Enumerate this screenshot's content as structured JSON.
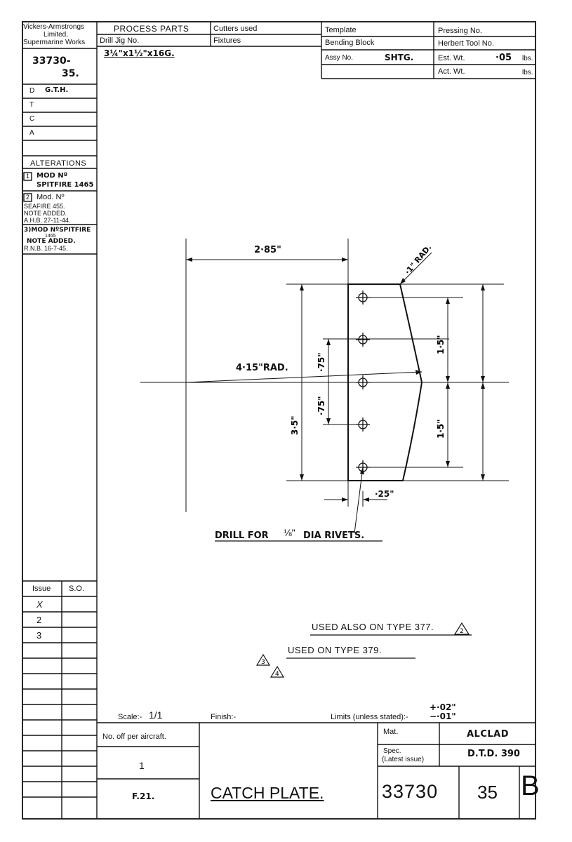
{
  "company": {
    "line1": "Vickers-Armstrongs",
    "line2": "Limited,",
    "line3": "Supermarine Works"
  },
  "drawing_number_box": {
    "line1": "33730-",
    "line2": "35."
  },
  "signoff": {
    "d_label": "D",
    "d_value": "G.T.H.",
    "t_label": "T",
    "c_label": "C",
    "a_label": "A"
  },
  "alterations": {
    "title": "ALTERATIONS",
    "item1_num": "1",
    "item1_line1": "MOD Nº",
    "item1_line2": "SPITFIRE 1465",
    "item2_num": "2",
    "item2_line1": "Mod. Nº",
    "item2_line2": "SEAFIRE 455.",
    "item2_line3": "NOTE ADDED.",
    "item2_line4": "A.H.B. 27-11-44.",
    "item3_line1": "3)MOD NºSPITFIRE",
    "item3_line2": "1465",
    "item3_line3": "NOTE ADDED.",
    "item3_line4": "R.N.B. 16-7-45."
  },
  "issue_table": {
    "issue_label": "Issue",
    "so_label": "S.O.",
    "issues": [
      "X",
      "2",
      "3"
    ]
  },
  "header": {
    "process_parts": "PROCESS PARTS",
    "drill_jig": "Drill Jig No.",
    "material_size": "3¼\"x1½\"x16G.",
    "cutters_used": "Cutters used",
    "fixtures": "Fixtures",
    "template": "Template",
    "bending_block": "Bending Block",
    "assy_no_label": "Assy No.",
    "assy_no_value": "SHTG.",
    "pressing_no": "Pressing No.",
    "herbert_tool": "Herbert Tool No.",
    "est_wt_label": "Est. Wt.",
    "est_wt_value": "·05",
    "est_wt_unit": "lbs.",
    "act_wt_label": "Act. Wt.",
    "act_wt_unit": "lbs."
  },
  "drawing": {
    "dim_width": "2·85\"",
    "dim_corner_rad": "·1\" RAD.",
    "dim_arc_rad": "4·15\"RAD.",
    "dim_hole_pitch_upper": "·75\"",
    "dim_hole_pitch_lower": "·75\"",
    "dim_height": "3·5\"",
    "dim_upper_half": "1·5\"",
    "dim_lower_half": "1·5\"",
    "dim_edge": "·25\"",
    "drill_note_prefix": "DRILL FOR",
    "drill_note_size": "⅛\"",
    "drill_note_suffix": "DIA RIVETS.",
    "used_also_note": "USED ALSO ON TYPE 377.",
    "used_also_marker": "2",
    "used_on_note": "USED ON TYPE 379.",
    "marker3": "3",
    "marker4": "4"
  },
  "title_block": {
    "scale_label": "Scale:-",
    "scale_value": "1/1",
    "finish_label": "Finish:-",
    "limits_label": "Limits (unless stated):-",
    "limits_plus": "+·02\"",
    "limits_minus": "−·01\"",
    "no_off_label": "No. off per aircraft.",
    "no_off_value": "1",
    "variant": "F.21.",
    "part_title": "CATCH PLATE.",
    "mat_label": "Mat.",
    "mat_value": "ALCLAD",
    "spec_label_1": "Spec.",
    "spec_label_2": "(Latest issue)",
    "spec_value": "D.T.D. 390",
    "drawing_no": "33730",
    "sheet_no": "35",
    "issue_letter": "B"
  }
}
